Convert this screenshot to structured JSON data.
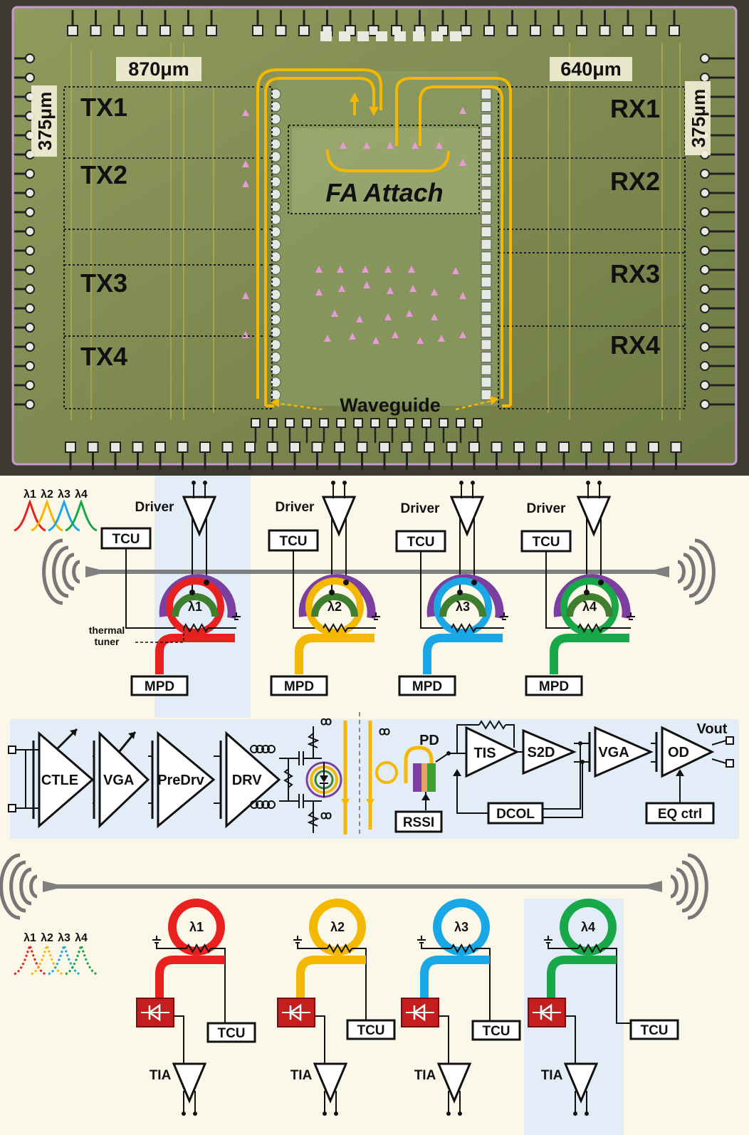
{
  "die": {
    "dim_top_left": "870μm",
    "dim_top_right": "640μm",
    "dim_left": "375μm",
    "dim_right": "375μm",
    "tx_labels": [
      "TX1",
      "TX2",
      "TX3",
      "TX4"
    ],
    "rx_labels": [
      "RX1",
      "RX2",
      "RX3",
      "RX4"
    ],
    "fa_attach": "FA Attach",
    "waveguide": "Waveguide"
  },
  "tx_array": {
    "spectrum_labels": [
      "λ1",
      "λ2",
      "λ3",
      "λ4"
    ],
    "lane_colors": [
      "#e8211f",
      "#f5b800",
      "#1aa7e6",
      "#18a84a"
    ],
    "driver_label": "Driver",
    "tcu_label": "TCU",
    "mpd_label": "MPD",
    "ring_labels": [
      "λ1",
      "λ2",
      "λ3",
      "λ4"
    ],
    "thermal_tuner": "thermal\ntuner"
  },
  "block_diagram": {
    "tx_chain": [
      "CTLE",
      "VGA",
      "PreDrv",
      "DRV"
    ],
    "pd_label": "PD",
    "rssi_label": "RSSI",
    "rx_chain": [
      "TIS",
      "S2D",
      "VGA",
      "OD"
    ],
    "dcol_label": "DCOL",
    "eq_ctrl_label": "EQ ctrl",
    "vout_label": "Vout"
  },
  "rx_array": {
    "spectrum_labels": [
      "λ1",
      "λ2",
      "λ3",
      "λ4"
    ],
    "ring_labels": [
      "λ1",
      "λ2",
      "λ3",
      "λ4"
    ],
    "tcu_label": "TCU",
    "tia_label": "TIA"
  }
}
